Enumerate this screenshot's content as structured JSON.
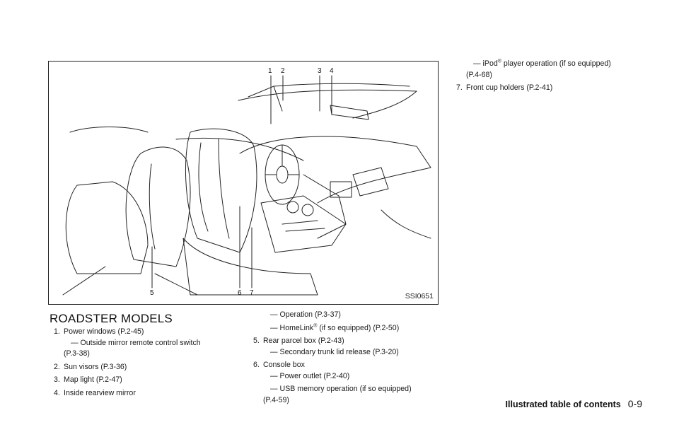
{
  "figure": {
    "code": "SSI0651",
    "callouts": [
      "1",
      "2",
      "3",
      "4",
      "5",
      "6",
      "7"
    ]
  },
  "section_title": "ROADSTER MODELS",
  "col1": {
    "i1_num": "1.",
    "i1_text": "Power windows (P.2-45)",
    "i1_sub1a": "— Outside mirror remote control switch",
    "i1_sub1b": "(P.3-38)",
    "i2_num": "2.",
    "i2_text": "Sun visors (P.3-36)",
    "i3_num": "3.",
    "i3_text": "Map light (P.2-47)",
    "i4_num": "4.",
    "i4_text": "Inside rearview mirror"
  },
  "col2": {
    "sub_operation": "— Operation (P.3-37)",
    "sub_homelink_a": "— HomeLink",
    "sub_homelink_reg": "®",
    "sub_homelink_b": " (if so equipped) (P.2-50)",
    "i5_num": "5.",
    "i5_text": "Rear parcel box (P.2-43)",
    "i5_sub": "— Secondary trunk lid release (P.3-20)",
    "i6_num": "6.",
    "i6_text": "Console box",
    "i6_sub1": "— Power outlet (P.2-40)",
    "i6_sub2a": "— USB memory operation (if so equipped)",
    "i6_sub2b": "(P.4-59)"
  },
  "col3": {
    "ipod_a": "— iPod",
    "ipod_reg": "®",
    "ipod_b": " player operation (if so equipped)",
    "ipod_c": "(P.4-68)",
    "i7_num": "7.",
    "i7_text": "Front cup holders (P.2-41)"
  },
  "footer": {
    "title": "Illustrated table of contents",
    "page": "0-9"
  }
}
